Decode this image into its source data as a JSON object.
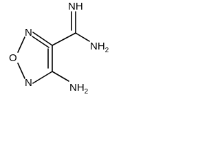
{
  "molecule": {
    "atoms": {
      "ring_n_top": "N",
      "ring_o": "O",
      "ring_n_bottom": "N",
      "imine_nh": "NH",
      "amidine_nh2": "NH",
      "amidine_nh2_subscript": "2",
      "amino_nh2": "NH",
      "amino_nh2_subscript": "2"
    }
  }
}
